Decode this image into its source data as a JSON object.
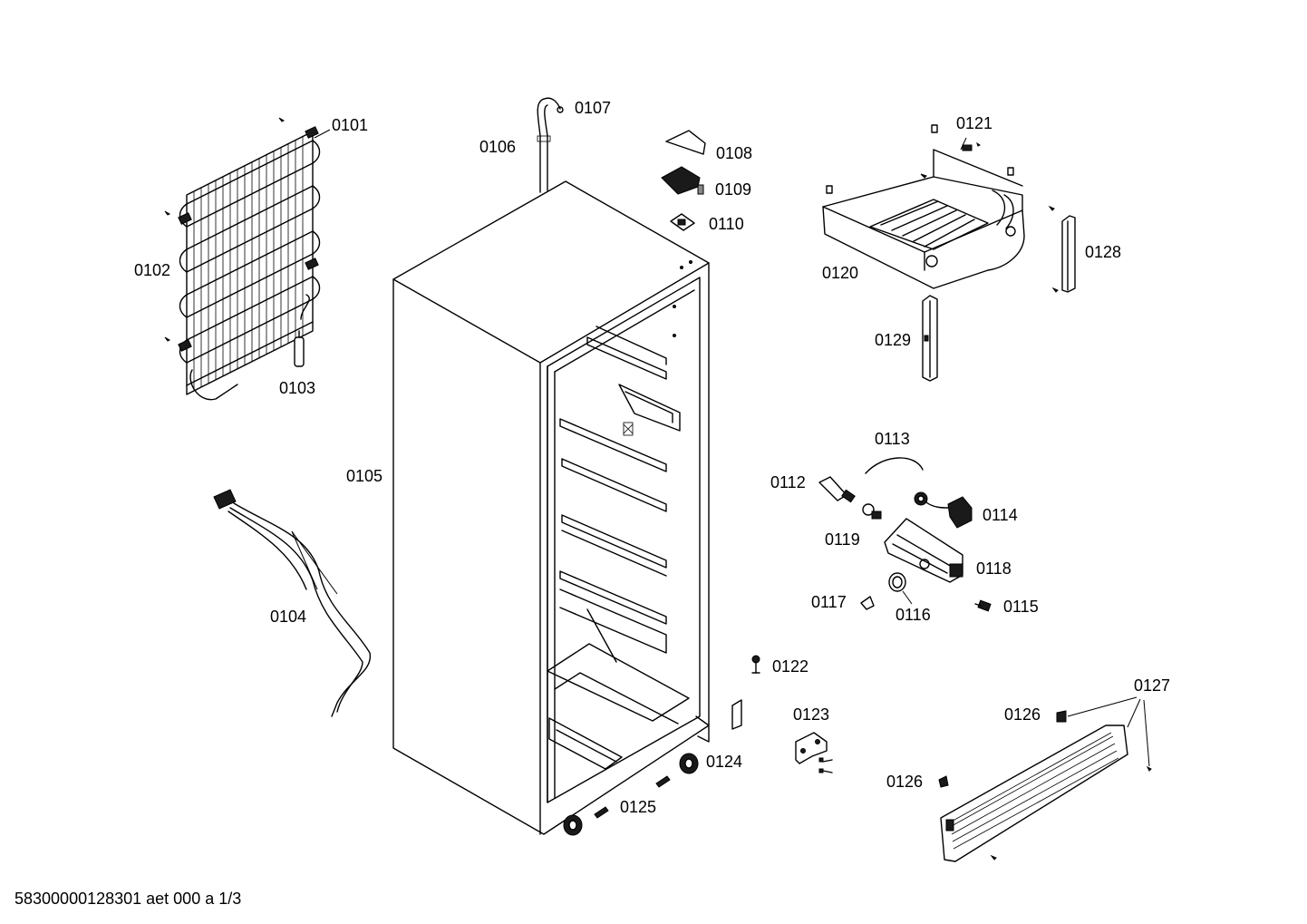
{
  "drawing_id": "58300000128301 aet 000 a 1/3",
  "parts": [
    {
      "id": "p0101",
      "code": "0101"
    },
    {
      "id": "p0102",
      "code": "0102"
    },
    {
      "id": "p0103",
      "code": "0103"
    },
    {
      "id": "p0104",
      "code": "0104"
    },
    {
      "id": "p0105",
      "code": "0105"
    },
    {
      "id": "p0106",
      "code": "0106"
    },
    {
      "id": "p0107",
      "code": "0107"
    },
    {
      "id": "p0108",
      "code": "0108"
    },
    {
      "id": "p0109",
      "code": "0109"
    },
    {
      "id": "p0110",
      "code": "0110"
    },
    {
      "id": "p0112",
      "code": "0112"
    },
    {
      "id": "p0113",
      "code": "0113"
    },
    {
      "id": "p0114",
      "code": "0114"
    },
    {
      "id": "p0115",
      "code": "0115"
    },
    {
      "id": "p0116",
      "code": "0116"
    },
    {
      "id": "p0117",
      "code": "0117"
    },
    {
      "id": "p0118",
      "code": "0118"
    },
    {
      "id": "p0119",
      "code": "0119"
    },
    {
      "id": "p0120",
      "code": "0120"
    },
    {
      "id": "p0121",
      "code": "0121"
    },
    {
      "id": "p0122",
      "code": "0122"
    },
    {
      "id": "p0123",
      "code": "0123"
    },
    {
      "id": "p0124",
      "code": "0124"
    },
    {
      "id": "p0125",
      "code": "0125"
    },
    {
      "id": "p0126a",
      "code": "0126"
    },
    {
      "id": "p0126b",
      "code": "0126"
    },
    {
      "id": "p0127",
      "code": "0127"
    },
    {
      "id": "p0128",
      "code": "0128"
    },
    {
      "id": "p0129",
      "code": "0129"
    }
  ]
}
